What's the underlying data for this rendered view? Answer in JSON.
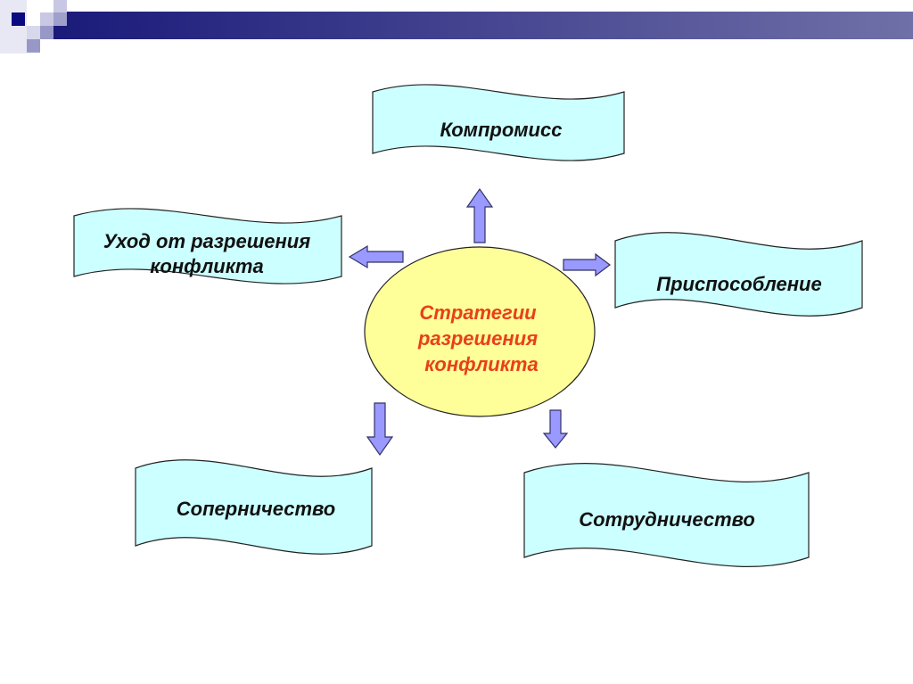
{
  "center": {
    "lines": [
      "Стратегии",
      "разрешения",
      "конфликта"
    ]
  },
  "strategies": [
    {
      "id": "compromise",
      "lines": [
        "Компромисс"
      ]
    },
    {
      "id": "avoidance",
      "lines": [
        "Уход от разрешения",
        "конфликта"
      ]
    },
    {
      "id": "accommodation",
      "lines": [
        "Приспособление"
      ]
    },
    {
      "id": "competition",
      "lines": [
        "Соперничество"
      ]
    },
    {
      "id": "collaboration",
      "lines": [
        "Сотрудничество"
      ]
    }
  ],
  "colors": {
    "banner": "#ccffff",
    "ellipse": "#ffff99",
    "arrow": "#9999ff",
    "center_text": "#e8401a",
    "header": "#1a1a7a"
  }
}
